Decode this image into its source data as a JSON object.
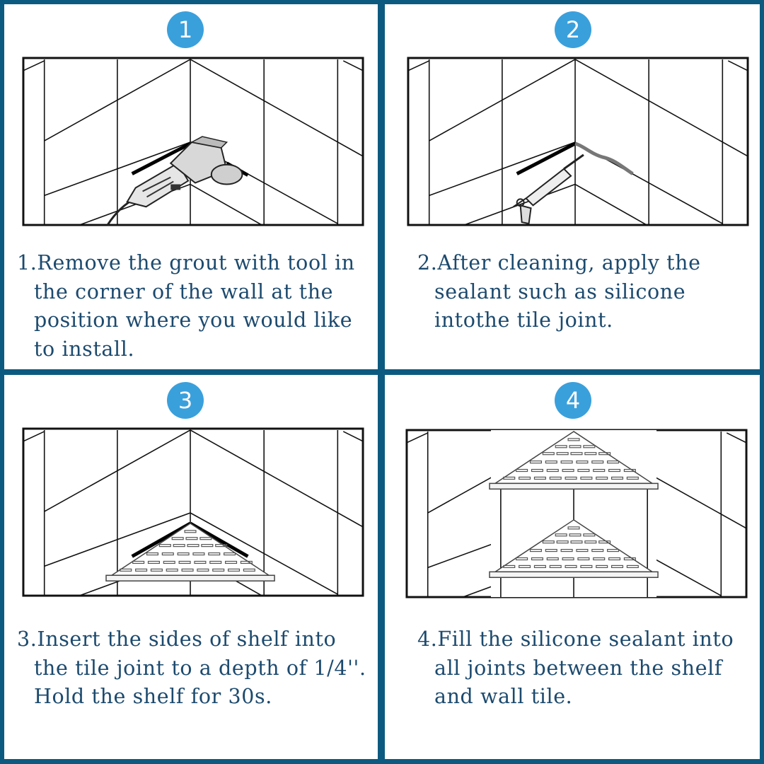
{
  "steps": [
    {
      "number": "1",
      "lines": [
        "1.Remove the grout with tool in",
        "the corner of the wall at the",
        "position where you would like",
        "to install."
      ]
    },
    {
      "number": "2",
      "lines": [
        "2.After cleaning, apply the",
        "sealant such as silicone",
        "intothe tile joint."
      ]
    },
    {
      "number": "3",
      "lines": [
        "3.Insert the sides of shelf into",
        "the tile joint to a depth of 1/4''.",
        "Hold the shelf for 30s."
      ]
    },
    {
      "number": "4",
      "lines": [
        "4.Fill the silicone sealant into",
        "all joints between the shelf",
        "and wall tile."
      ]
    }
  ],
  "colors": {
    "border": "#0d5a80",
    "badge": "#3aa0dc",
    "text": "#1c4a6e"
  },
  "icons": [
    "angle-grinder-icon",
    "caulking-gun-icon",
    "corner-shelf-icon"
  ]
}
